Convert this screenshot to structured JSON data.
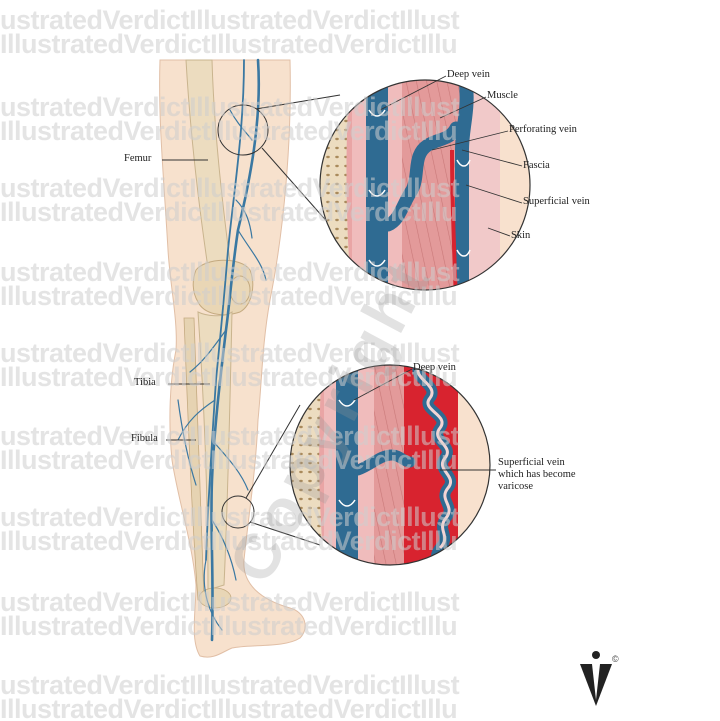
{
  "labels": {
    "femur": "Femur",
    "tibia": "Tibia",
    "fibula": "Fibula",
    "deep_vein_top": "Deep vein",
    "muscle": "Muscle",
    "perforating_vein": "Perforating vein",
    "fascia": "Fascia",
    "superficial_vein": "Superficial vein",
    "skin": "Skin",
    "deep_vein_bottom": "Deep vein",
    "varicose_vein": [
      "Superficial vein",
      "which has become",
      "varicose"
    ]
  },
  "watermark": {
    "row_a": "ustratedVerdictIllustratedVerdictIllust",
    "row_b": "IllustratedVerdictIllustratedVerdictIllu",
    "diagonal": "Copyright"
  },
  "copyright_symbol": "©",
  "colors": {
    "skin": "#f7e0cc",
    "bone": "#eadbc0",
    "vein": "#2f6b92",
    "muscle": "#e6a4a4",
    "varicose_red": "#d8232f",
    "fascia_pink": "#f1c6c6"
  }
}
